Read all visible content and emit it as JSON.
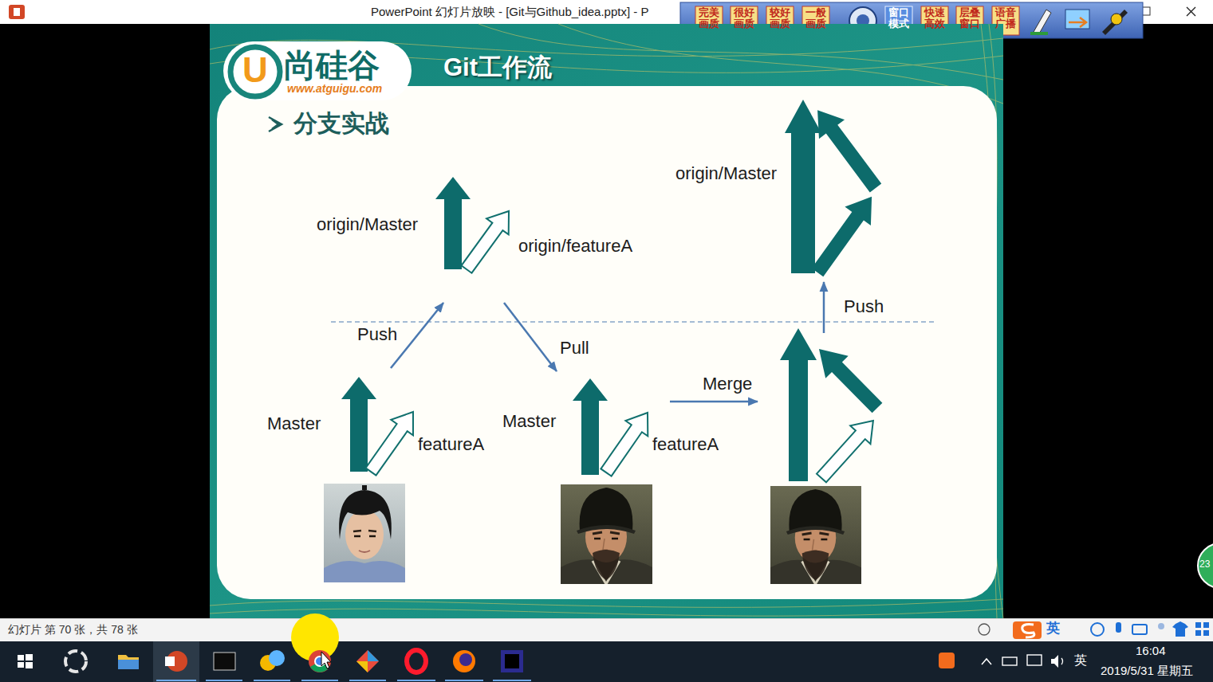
{
  "diagram": {
    "title": "Git工作流",
    "nodes": [
      {
        "text": [
          "Master"
        ]
      },
      {
        "text": [
          "featureA"
        ]
      },
      {
        "text": [
          "origin/Master"
        ]
      },
      {
        "text": [
          "origin/featureA"
        ]
      },
      {
        "text": [
          "Master"
        ]
      },
      {
        "text": [
          "featureA"
        ]
      },
      {
        "text": [
          "origin/Master"
        ]
      }
    ],
    "edges": [
      {
        "from": 1,
        "to": 3,
        "label": "Push",
        "arrow": "to"
      },
      {
        "from": 3,
        "to": 5,
        "label": "Pull",
        "arrow": "to"
      }
    ],
    "labels": [
      "PowerPoint 幻灯片放映 - [Git与Github_idea.pptx] - P",
      "完美画质",
      "很好画质",
      "较好画质",
      "一般画质",
      "窗口模式",
      "快速高效",
      "层叠窗口",
      "语音广播",
      "U",
      "尚硅谷",
      "www.atguigu.com",
      "分支实战",
      "Merge",
      "Push",
      "23",
      "幻灯片 第 70 张，共 78 张",
      "英",
      "英",
      "16:04",
      "2019/5/31 星期五"
    ]
  }
}
